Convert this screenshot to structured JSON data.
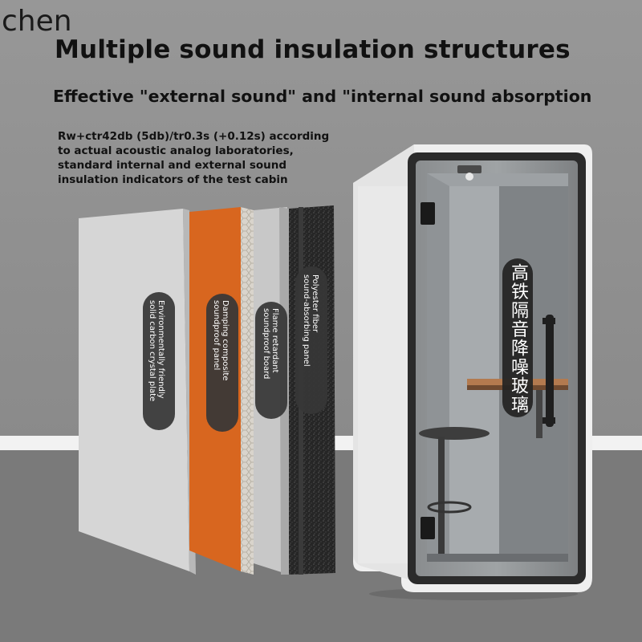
{
  "watermark": "chen",
  "headline": "Multiple sound insulation structures",
  "subheadline": "Effective \"external sound\" and \"internal sound absorption",
  "spec_lines": [
    "Rw+ctr42db (5db)/tr0.3s (+0.12s) according",
    "to actual acoustic analog laboratories,",
    "standard internal and external sound",
    "insulation indicators of the test cabin"
  ],
  "layers": [
    {
      "label": "Environmentally friendly\nsolid carbon crystal plate",
      "color": "#d8d8d8"
    },
    {
      "label": "Damping composite\nsoundproof panel",
      "color": "#d9661e"
    },
    {
      "label": "Flame retardant\nsoundproof board",
      "color": "#c9c9c9"
    },
    {
      "label": "Polyester fiber\nsound-absorbing panel",
      "color": "#2a2a2a"
    }
  ],
  "booth_label": "高铁隔音降噪玻璃",
  "colors": {
    "wall": "#8c8c8c",
    "floor": "#7b7b7b",
    "baseboard": "#f2f2f2",
    "booth_frame": "#f0f0f0",
    "booth_glass_trim": "#2b2b2b"
  }
}
